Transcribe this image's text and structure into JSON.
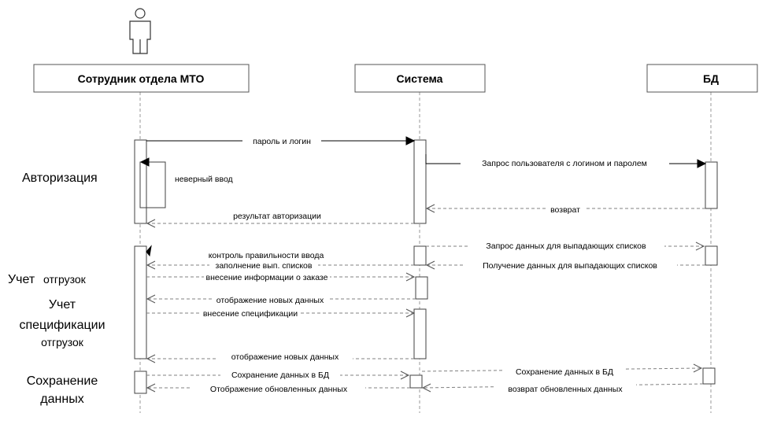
{
  "participants": {
    "employee": "Сотрудник отдела МТО",
    "system": "Система",
    "db": "БД"
  },
  "phases": {
    "auth": "Авторизация",
    "shipments_line1": "Учет",
    "shipments_line2": "отгрузок",
    "spec_line1": "Учет",
    "spec_line2": "спецификации",
    "spec_line3": "отгрузок",
    "save_line1": "Сохранение",
    "save_line2": "данных"
  },
  "messages": {
    "login": "пароль и логин",
    "wrong_input": "неверный ввод",
    "db_user_query": "Запрос пользователя с логином и паролем",
    "db_return": "возврат",
    "auth_result": "результат авторизации",
    "dropdown_query": "Запрос данных для выпадающих списков",
    "input_check": "контроль правильности ввода",
    "fill_lists": "заполнение вып. списков",
    "dropdown_receive": "Получение данных для выпадающих списков",
    "order_info": "внесение информации о заказе",
    "new_data_1": "отображение новых данных",
    "spec_input": "внесение спецификации",
    "new_data_2": "отображение новых данных",
    "save_db_1": "Сохранение данных в БД",
    "save_db_2": "Сохранение данных в БД",
    "return_updated": "возврат обновленных данных",
    "show_updated": "Отображение обновленных данных"
  }
}
